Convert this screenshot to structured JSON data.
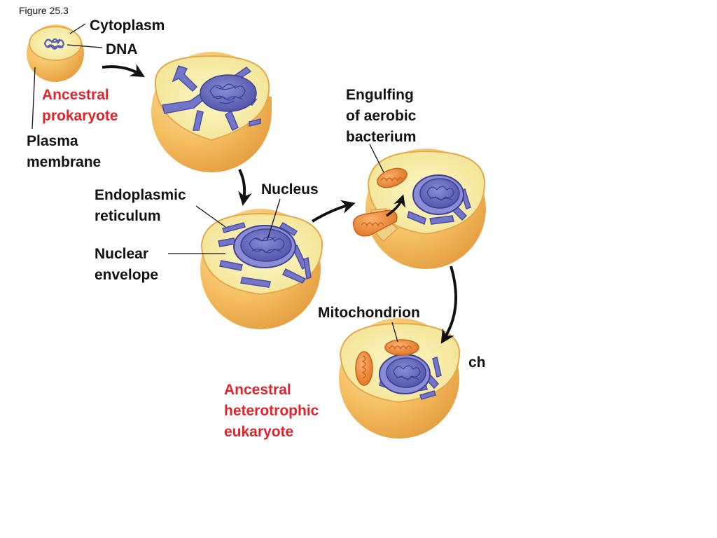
{
  "figure_label": "Figure 25.3",
  "colors": {
    "cell_fill": "#f2c063",
    "cytoplasm": "#f8ee9c",
    "membrane_cut": "#e8a548",
    "nucleus": "#6c6fc2",
    "nucleus_dark": "#3d3f92",
    "mitochondrion": "#f0873a",
    "title_red": "#e0242b",
    "arrow": "#111111"
  },
  "labels": {
    "cytoplasm": "Cytoplasm",
    "dna": "DNA",
    "ancestral_prokaryote": [
      "Ancestral",
      "prokaryote"
    ],
    "plasma_membrane": [
      "Plasma",
      "membrane"
    ],
    "engulfing": [
      "Engulfing",
      "of aerobic",
      "bacterium"
    ],
    "nucleus": "Nucleus",
    "endoplasmic_reticulum": [
      "Endoplasmic",
      "reticulum"
    ],
    "nuclear_envelope": [
      "Nuclear",
      "envelope"
    ],
    "mitochondrion": "Mitochondrion",
    "ch": "ch",
    "ancestral_eukaryote": [
      "Ancestral",
      "heterotrophic",
      "eukaryote"
    ]
  }
}
